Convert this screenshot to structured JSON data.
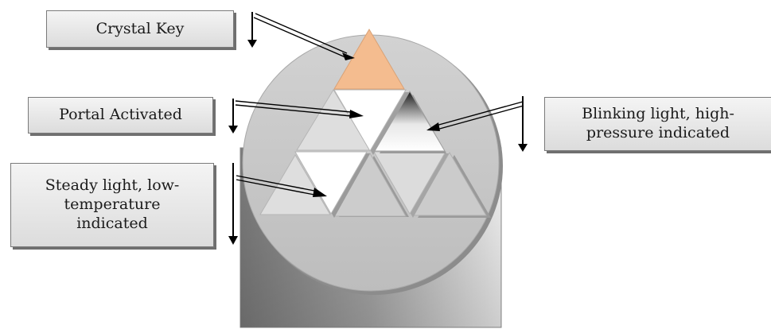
{
  "labels": {
    "crystal_key": "Crystal Key",
    "portal_activated": "Portal Activated",
    "blinking_light": "Blinking light, high-pressure indicated",
    "steady_light": "Steady light, low-temperature indicated"
  },
  "colors": {
    "crystal_key": "#f4bc8f",
    "disc": "#c8c8c8",
    "base": "#8e8e8e",
    "unlit": "#d4d4d4",
    "lit": "#ffffff"
  }
}
